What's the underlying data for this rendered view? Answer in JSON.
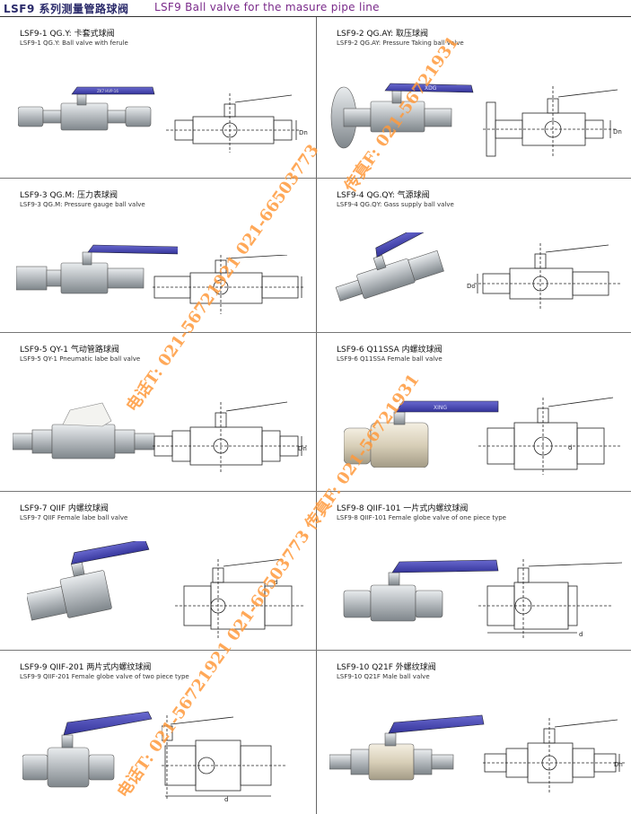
{
  "header": {
    "title_cn": "LSF9 系列测量管路球阀",
    "title_en": "LSF9 Ball valve for the masure pipe line"
  },
  "products": [
    {
      "title": "LSF9-1 QG.Y: 卡套式球阀",
      "subtitle": "LSF9-1 QG.Y: Ball valve with ferule",
      "photo_label": "ZK7  HVP-16"
    },
    {
      "title": "LSF9-2 QG.AY: 取压球阀",
      "subtitle": "LSF9-2 QG.AY: Pressure Taking ball valve",
      "photo_label": "XDG"
    },
    {
      "title": "LSF9-3 QG.M: 压力表球阀",
      "subtitle": "LSF9-3 QG.M: Pressure gauge ball valve",
      "photo_label": ""
    },
    {
      "title": "LSF9-4 QG.QY: 气源球阀",
      "subtitle": "LSF9-4 QG.QY: Gass supply ball valve",
      "photo_label": ""
    },
    {
      "title": "LSF9-5 QY-1 气动管路球阀",
      "subtitle": "LSF9-5 QY-1 Pneumatic labe ball valve",
      "photo_label": ""
    },
    {
      "title": "LSF9-6 Q11SSA 内螺纹球阀",
      "subtitle": "LSF9-6 Q11SSA Female ball valve",
      "photo_label": "XING"
    },
    {
      "title": "LSF9-7 QIIF 内螺纹球阀",
      "subtitle": "LSF9-7 QIIF Female labe ball valve",
      "photo_label": ""
    },
    {
      "title": "LSF9-8 QIIF-101 一片式内螺纹球阀",
      "subtitle": "LSF9-8 QIIF-101 Female globe valve of one piece type",
      "photo_label": ""
    },
    {
      "title": "LSF9-9 QIIF-201 两片式内螺纹球阀",
      "subtitle": "LSF9-9 QIIF-201 Female globe valve of two piece type",
      "photo_label": ""
    },
    {
      "title": "LSF9-10 Q21F 外螺纹球阀",
      "subtitle": "LSF9-10 Q21F Male ball valve",
      "photo_label": ""
    }
  ],
  "dimension_labels": {
    "dn": "Dn",
    "d": "d",
    "do": "Do"
  },
  "watermark": {
    "fax": "传真F: 021-56721931",
    "tel": "电话T: 021-56721921 021-66503773",
    "tel2": "电话T: 021-56721921 021-66503773 传真F: 021-56721931"
  },
  "colors": {
    "handle": "#4a4ab5",
    "steel": "#bfc3c6",
    "watermark": "#ff9a3c"
  }
}
